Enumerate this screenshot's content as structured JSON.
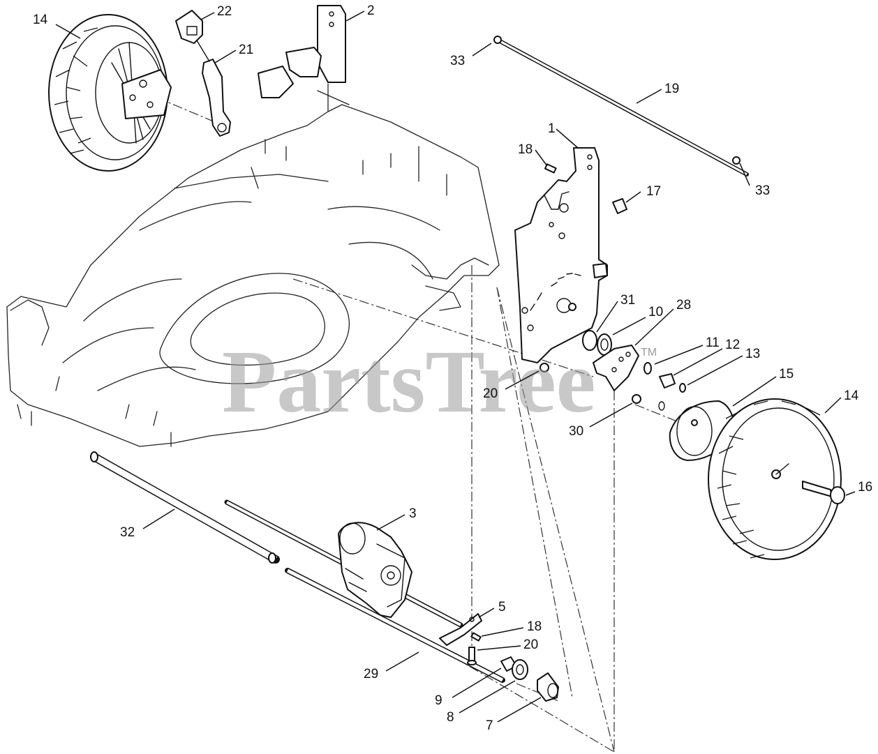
{
  "diagram": {
    "watermark": "PartsTree",
    "watermark_tm": "TM",
    "callouts": [
      "14",
      "22",
      "21",
      "2",
      "33",
      "19",
      "1",
      "18",
      "17",
      "33",
      "31",
      "10",
      "28",
      "11",
      "12",
      "13",
      "15",
      "14",
      "20",
      "30",
      "16",
      "3",
      "32",
      "5",
      "18",
      "20",
      "29",
      "9",
      "8",
      "7"
    ]
  }
}
